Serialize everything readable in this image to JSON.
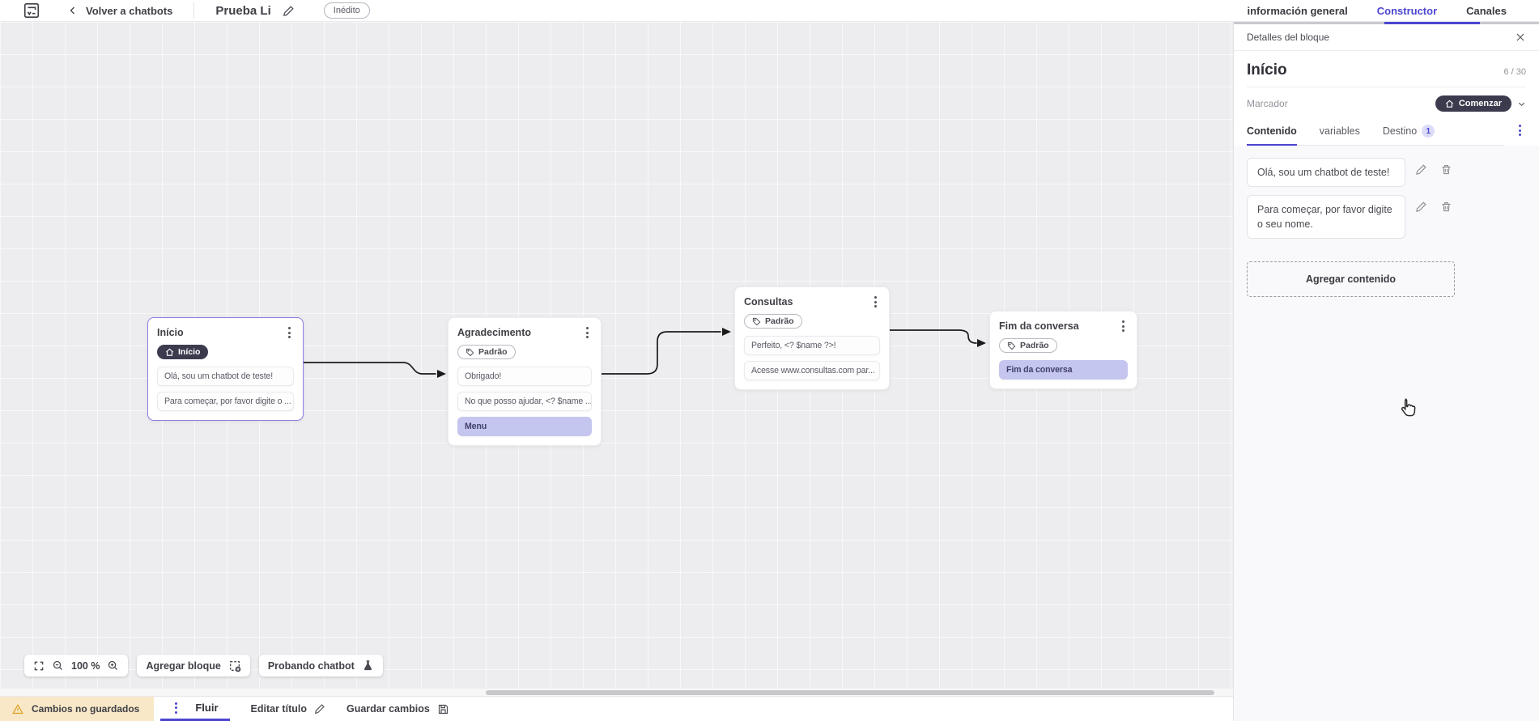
{
  "topbar": {
    "back_label": "Volver a chatbots",
    "title": "Prueba Li",
    "status_badge": "Inédito",
    "tabs": [
      {
        "label": "información general",
        "active": false
      },
      {
        "label": "Constructor",
        "active": true
      },
      {
        "label": "Canales",
        "active": false
      }
    ]
  },
  "canvas": {
    "zoom_level": "100 %",
    "add_block_label": "Agregar bloque",
    "test_chatbot_label": "Probando chatbot",
    "blocks": [
      {
        "title": "Início",
        "tag": "Início",
        "tag_style": "dark-home",
        "selected": true,
        "items": [
          {
            "text": "Olá, sou um chatbot de teste!"
          },
          {
            "text": "Para começar, por favor digite o ..."
          }
        ]
      },
      {
        "title": "Agradecimento",
        "tag": "Padrão",
        "tag_style": "outline-tag",
        "items": [
          {
            "text": "Obrigado!"
          },
          {
            "text": "No que posso ajudar, <? $name ..."
          },
          {
            "text": "Menu",
            "style": "highlight"
          }
        ]
      },
      {
        "title": "Consultas",
        "tag": "Padrão",
        "tag_style": "outline-tag",
        "items": [
          {
            "text": "Perfeito, <? $name ?>!"
          },
          {
            "text": "Acesse www.consultas.com par..."
          }
        ]
      },
      {
        "title": "Fim da conversa",
        "tag": "Padrão",
        "tag_style": "outline-tag",
        "items": [
          {
            "text": "Fim da conversa",
            "style": "highlight"
          }
        ]
      }
    ]
  },
  "panel": {
    "header": "Detalles del bloque",
    "block_name": "Início",
    "char_counter": "6 / 30",
    "marker_label": "Marcador",
    "marker_value": "Comenzar",
    "tabs": [
      {
        "label": "Contenido",
        "active": true
      },
      {
        "label": "variables",
        "active": false
      },
      {
        "label": "Destino",
        "badge": "1",
        "active": false
      }
    ],
    "contents": [
      "Olá, sou um chatbot de teste!",
      "Para começar, por favor digite o seu nome."
    ],
    "add_content_label": "Agregar contenido"
  },
  "bottombar": {
    "unsaved_label": "Cambios no guardados",
    "flow_tab_label": "Fluir",
    "edit_title_label": "Editar título",
    "save_label": "Guardar cambios"
  },
  "colors": {
    "accent": "#4b46cf",
    "dark_pill": "#3c3b4e",
    "selection": "#8a7ee6",
    "highlight": "#c5c6ef",
    "warning_bg": "#f8e8c8",
    "warning_icon": "#dd9f1e"
  }
}
